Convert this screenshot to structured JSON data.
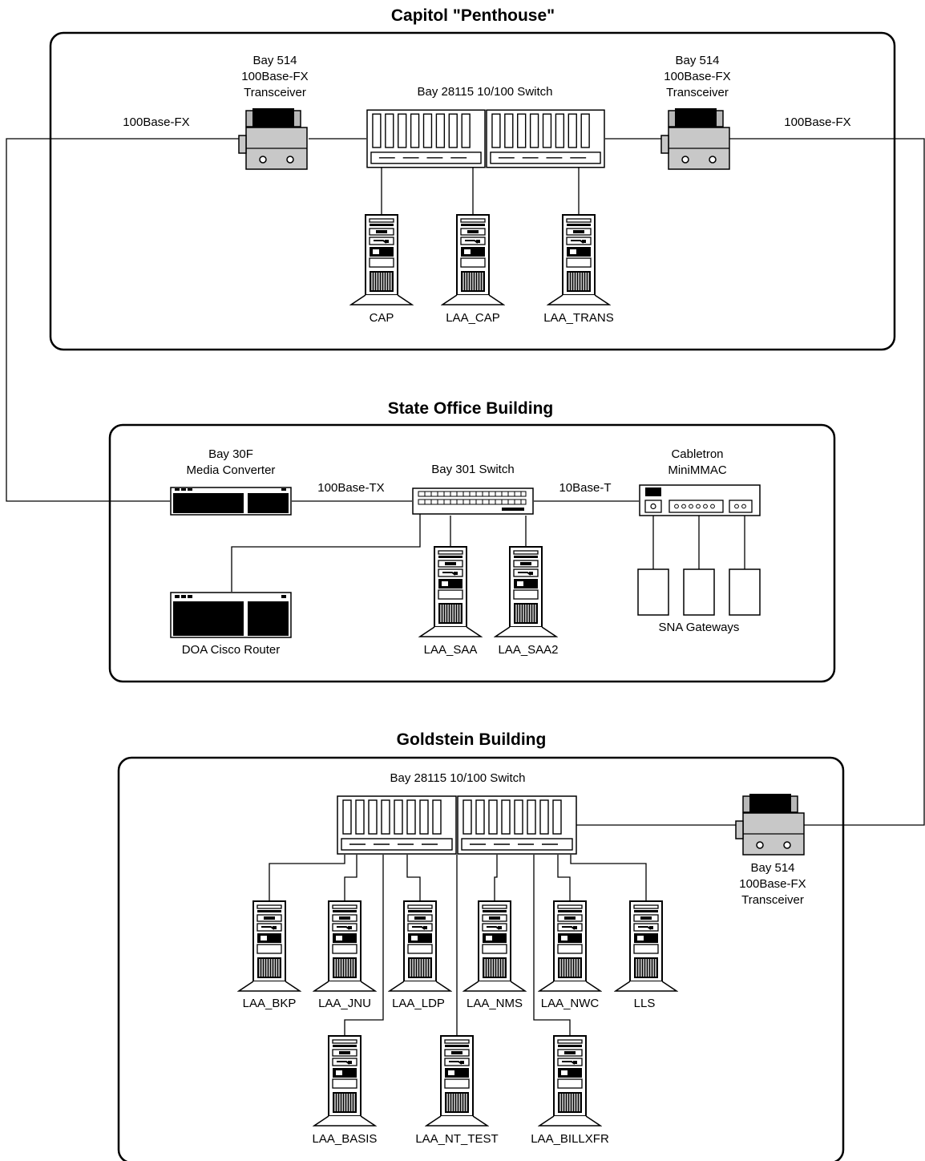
{
  "buildings": {
    "capitol": {
      "title": "Capitol \"Penthouse\""
    },
    "state": {
      "title": "State Office Building"
    },
    "goldstein": {
      "title": "Goldstein Building"
    }
  },
  "links": {
    "fx_left": "100Base-FX",
    "fx_right": "100Base-FX",
    "tx": "100Base-TX",
    "t": "10Base-T"
  },
  "devices": {
    "transceiver_left": {
      "line1": "Bay 514",
      "line2": "100Base-FX",
      "line3": "Transceiver"
    },
    "transceiver_right": {
      "line1": "Bay 514",
      "line2": "100Base-FX",
      "line3": "Transceiver"
    },
    "transceiver_goldstein": {
      "line1": "Bay 514",
      "line2": "100Base-FX",
      "line3": "Transceiver"
    },
    "switch_capitol": {
      "label": "Bay 28115 10/100 Switch"
    },
    "switch_goldstein": {
      "label": "Bay 28115 10/100 Switch"
    },
    "media_converter": {
      "line1": "Bay 30F",
      "line2": "Media Converter"
    },
    "switch_301": {
      "label": "Bay 301 Switch"
    },
    "minimmac": {
      "line1": "Cabletron",
      "line2": "MiniMMAC"
    },
    "cisco_router": {
      "label": "DOA Cisco Router"
    },
    "sna_gateways": {
      "label": "SNA Gateways"
    }
  },
  "servers": {
    "capitol": [
      "CAP",
      "LAA_CAP",
      "LAA_TRANS"
    ],
    "state": [
      "LAA_SAA",
      "LAA_SAA2"
    ],
    "goldstein_row1": [
      "LAA_BKP",
      "LAA_JNU",
      "LAA_LDP",
      "LAA_NMS",
      "LAA_NWC",
      "LLS"
    ],
    "goldstein_row2": [
      "LAA_BASIS",
      "LAA_NT_TEST",
      "LAA_BILLXFR"
    ]
  }
}
